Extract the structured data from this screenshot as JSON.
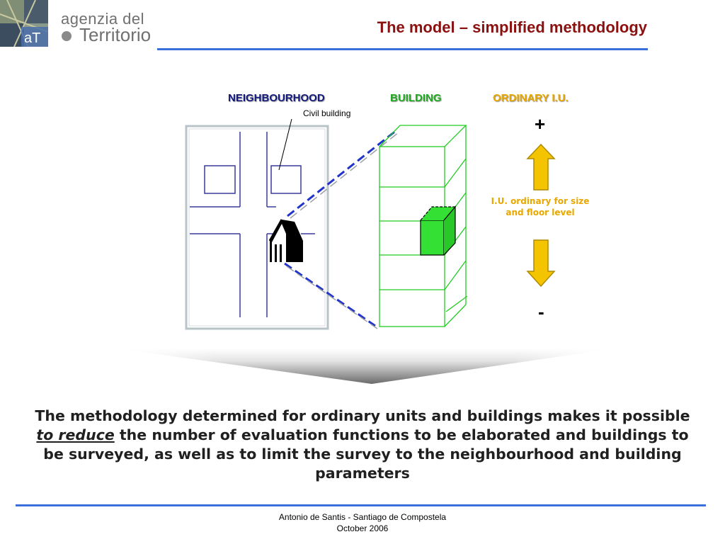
{
  "header": {
    "logo_line1": "agenzia del",
    "logo_line2": "Territorio",
    "logo_monogram": "aT",
    "title": "The model – simplified methodology"
  },
  "diagram": {
    "neighbourhood_label": "NEIGHBOURHOOD",
    "building_label": "BUILDING",
    "ordinary_label": "ORDINARY I.U.",
    "civil_building_label": "Civil building",
    "plus_sign": "+",
    "minus_sign": "-",
    "iu_caption": "I.U. ordinary for size and floor level",
    "colors": {
      "map_lines": "#3a3a9a",
      "building": "#22cc22",
      "unit_fill": "#33e033",
      "dashed": "#2233cc",
      "arrow": "#f5c400",
      "arrow_stroke": "#b08a00"
    }
  },
  "body": {
    "before": "The methodology determined for ordinary units and buildings makes it possible ",
    "emphasis": "to reduce",
    "after": " the number of evaluation functions to be elaborated and buildings to be surveyed, as well as to limit the survey to the neighbourhood and building parameters"
  },
  "footer": {
    "line1": "Antonio de Santis - Santiago de Compostela",
    "line2": "October  2006"
  }
}
